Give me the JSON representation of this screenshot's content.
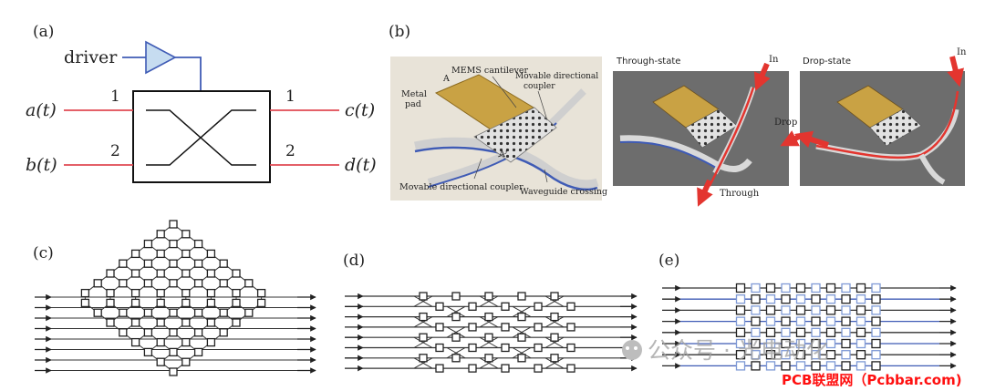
{
  "panel_a": {
    "label": "(a)",
    "driver": "driver",
    "port1_left": "1",
    "port2_left": "2",
    "port1_right": "1",
    "port2_right": "2",
    "a": "a(t)",
    "b": "b(t)",
    "c": "c(t)",
    "d": "d(t)"
  },
  "panel_b": {
    "label": "(b)",
    "labels": {
      "mems": "MEMS cantilever",
      "A": "A",
      "metal_pad_1": "Metal",
      "metal_pad_2": "pad",
      "movable_dc_top_1": "Movable directional",
      "movable_dc_top_2": "coupler",
      "A_prime": "A'",
      "movable_dc_bottom": "Movable directional coupler",
      "waveguide_crossing": "Waveguide crossing"
    },
    "through_state": {
      "title": "Through-state",
      "in_label": "In",
      "drop_label": "Drop",
      "through_label": "Through"
    },
    "drop_state": {
      "title": "Drop-state",
      "in_label": "In"
    }
  },
  "panel_c": {
    "label": "(c)"
  },
  "panel_d": {
    "label": "(d)"
  },
  "panel_e": {
    "label": "(e)"
  },
  "watermark": {
    "text": "公众号 · 光电动化",
    "source": "PCB联盟网（Pcbbar.com)"
  },
  "colors": {
    "signal_red": "#e14a52",
    "wire_blue": "#3f5bb5",
    "amp_fill": "#c6dcf0",
    "switch_blue": "#7f9ad6",
    "source_red": "#ff1010",
    "panel_bg": "#e8e3d8",
    "render_bg": "#6d6d6d",
    "gold": "#c9a244"
  }
}
